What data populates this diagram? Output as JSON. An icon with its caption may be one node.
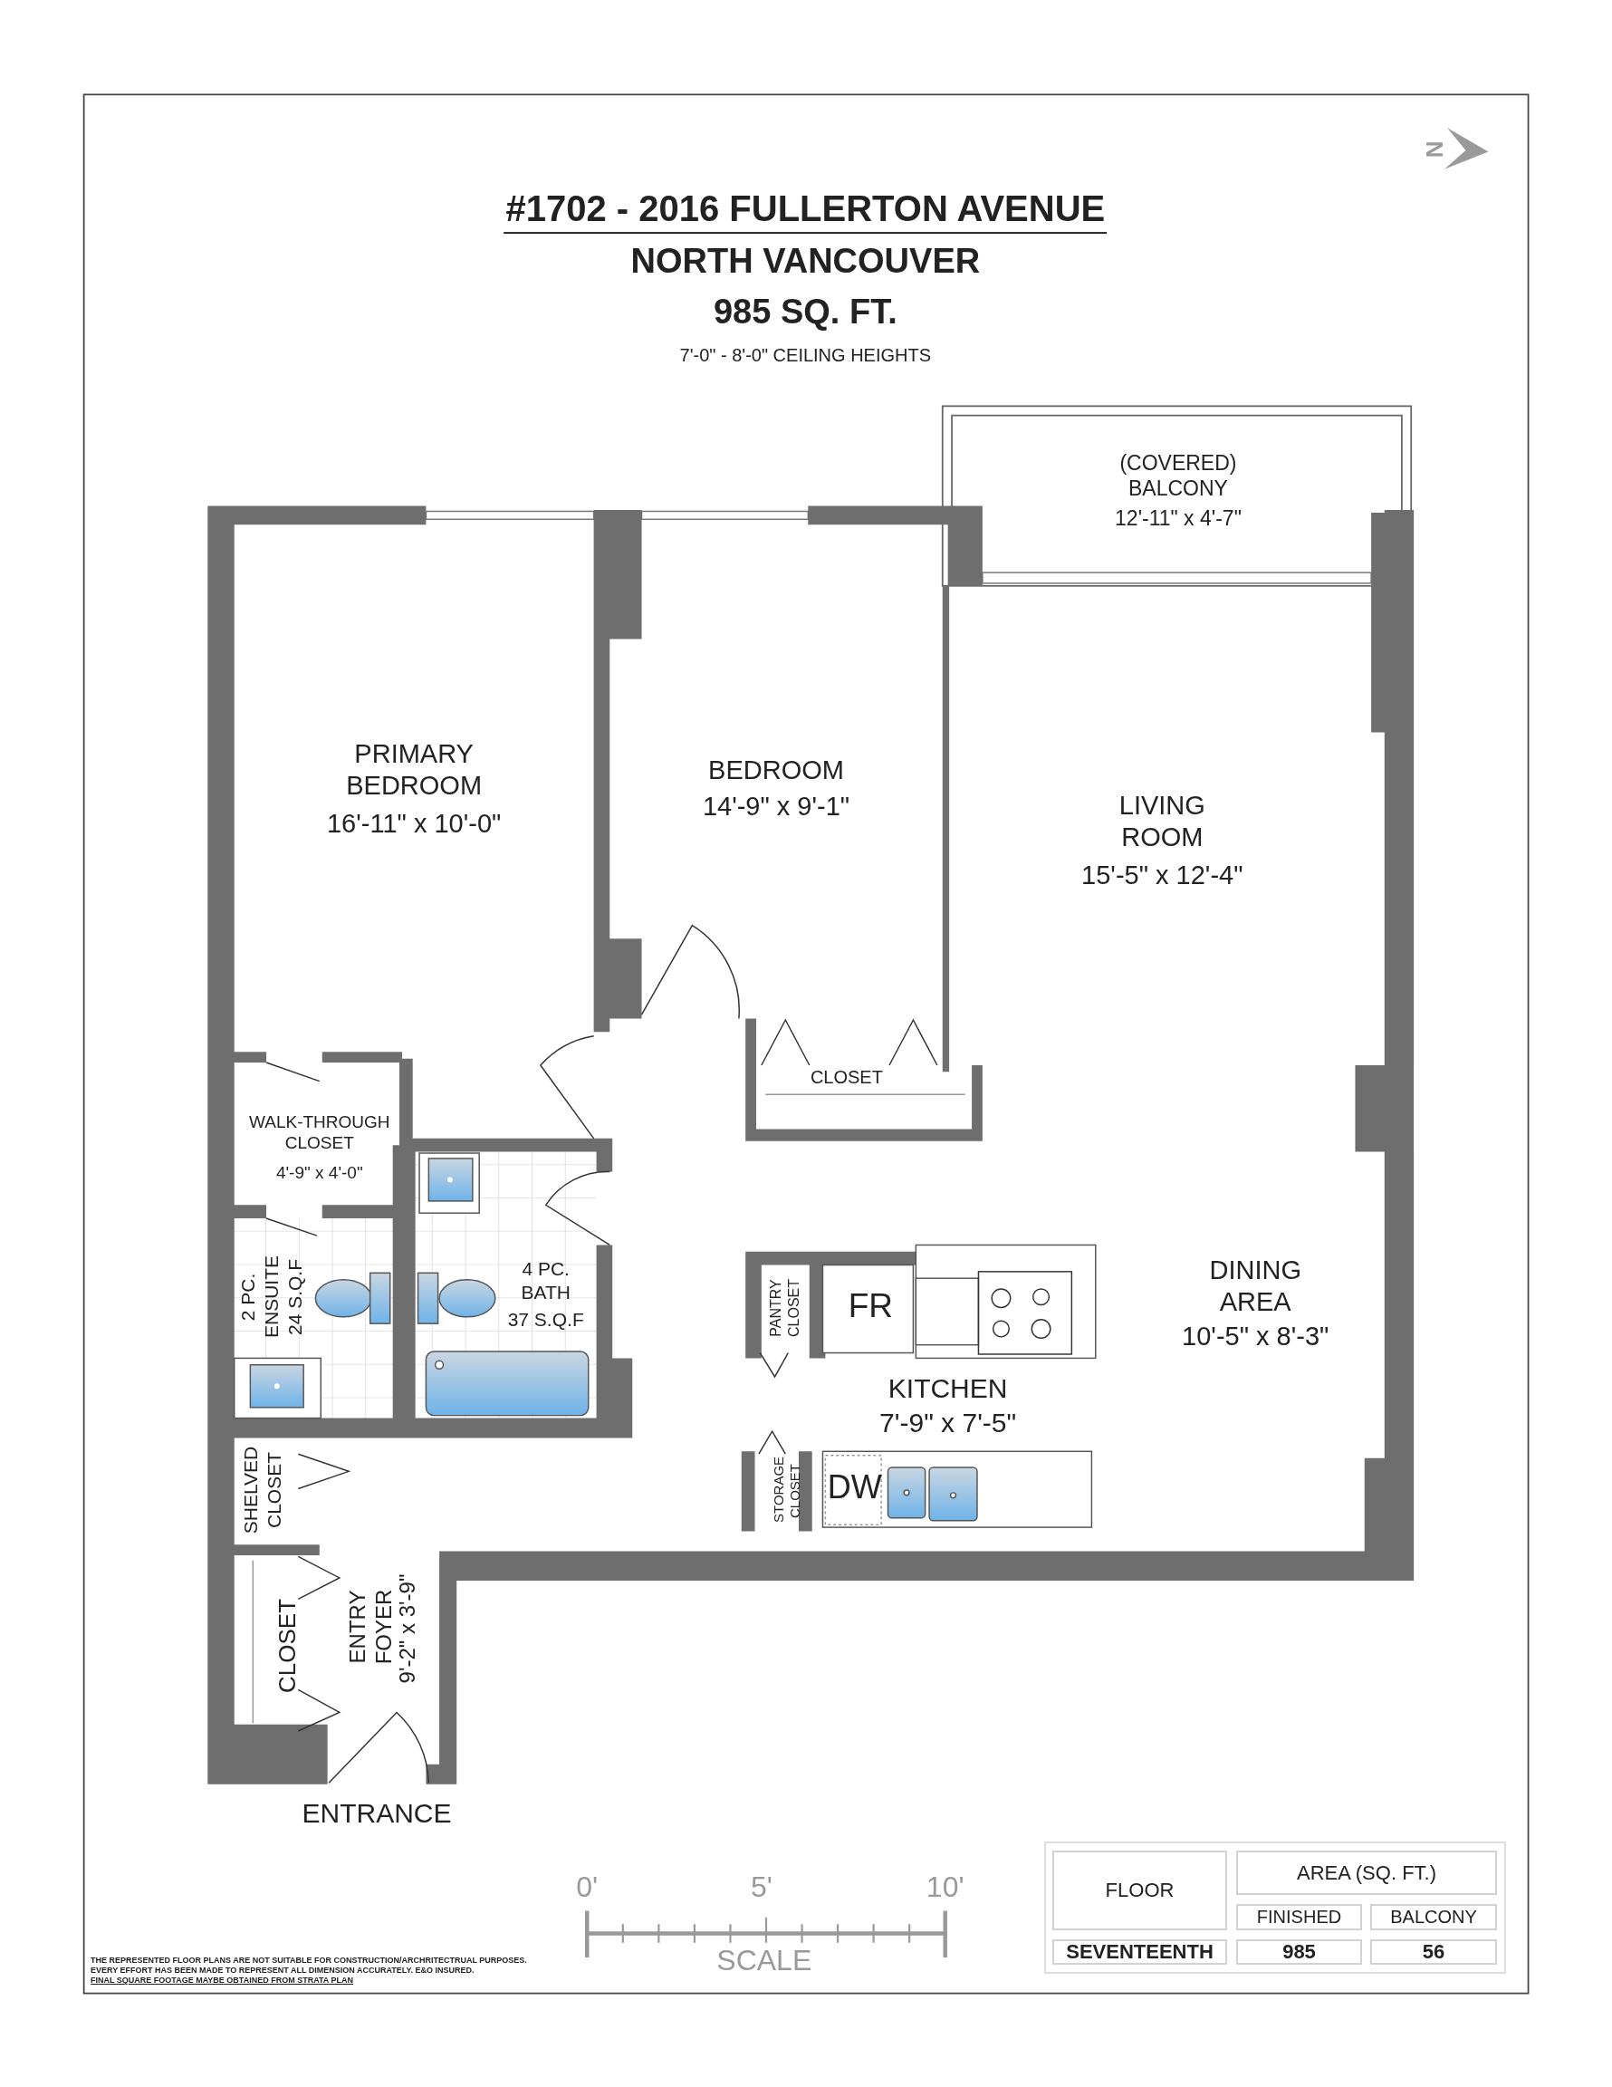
{
  "diagram": {
    "title": "#1702 - 2016 FULLERTON AVENUE",
    "labels": [
      "NORTH VANCOUVER",
      "985 SQ. FT.",
      "7'-0\" - 8'-0\" CEILING HEIGHTS",
      "N",
      "(COVERED) BALCONY",
      "12'-11\" x 4'-7\"",
      "PRIMARY BEDROOM",
      "16'-11\" x 10'-0\"",
      "BEDROOM",
      "14'-9\" x 9'-1\"",
      "LIVING ROOM",
      "15'-5\" x 12'-4\"",
      "CLOSET",
      "WALK-THROUGH CLOSET",
      "4'-9\" x 4'-0\"",
      "2 PC. ENSUITE",
      "24 S.Q.F",
      "4 PC. BATH",
      "37 S.Q.F",
      "PANTRY CLOSET",
      "FR",
      "DINING AREA",
      "10'-5\" x 8'-3\"",
      "KITCHEN",
      "7'-9\" x 7'-5\"",
      "SHELVED CLOSET",
      "STORAGE CLOSET",
      "DW",
      "CLOSET",
      "ENTRY FOYER",
      "9'-2\" x 3'-9\"",
      "ENTRANCE",
      "0'",
      "5'",
      "10'",
      "SCALE",
      "FLOOR",
      "AREA (SQ. FT.)",
      "FINISHED",
      "BALCONY",
      "SEVENTEENTH",
      "985",
      "56",
      "THE REPRESENTED FLOOR PLANS ARE NOT SUITABLE FOR CONSTRUCTION/ARCHRITECTRUAL PURPOSES.",
      "EVERY EFFORT HAS BEEN MADE TO REPRESENT ALL DIMENSION ACCURATELY. E&O INSURED.",
      "FINAL SQUARE FOOTAGE MAYBE OBTAINED FROM STRATA PLAN"
    ]
  }
}
